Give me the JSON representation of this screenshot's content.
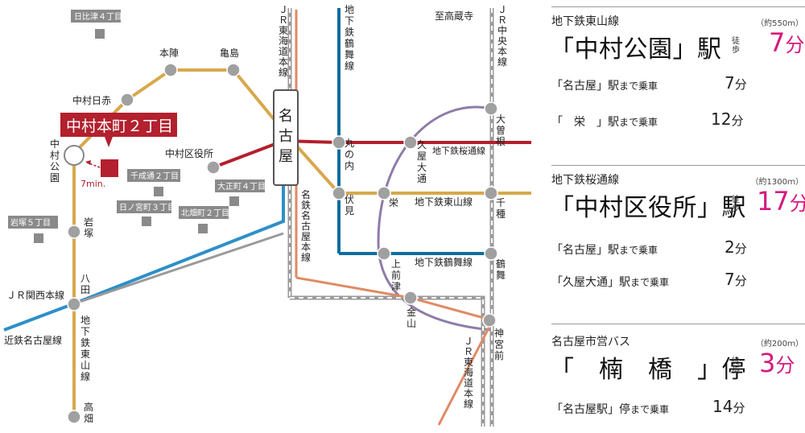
{
  "map": {
    "current_location_label": "中村本町２丁目",
    "walk_label": "7min.",
    "direction_label": "至高蔵寺",
    "area_labels": [
      "日比津４丁目",
      "千成通２丁目",
      "日ノ宮町３丁目",
      "大正町４丁目",
      "北畑町２丁目",
      "岩塚５丁目"
    ],
    "station_labels": {
      "honjin": "本陣",
      "kameshima": "亀島",
      "nakamura_nisseki": "中村日赤",
      "nakamura_kuyakusho": "中村区役所",
      "nakamura_koen": "中村公園",
      "iwatsuka": "岩塚",
      "hatta": "八田",
      "takabata": "高畑",
      "nagoya": "名古屋",
      "marunouchi": "丸の内",
      "fushimi": "伏見",
      "sakae": "栄",
      "hisaya_odori": "久屋大通",
      "ozone": "大曽根",
      "chikusa": "千種",
      "tsurumai_station": "鶴舞",
      "kamimaezu": "上前津",
      "kanayama": "金山",
      "jingumae": "神宮前"
    },
    "line_labels": {
      "jr_tokaido_top": "ＪＲ東海道本線",
      "chikatetsu_tsurumai_top": "地下鉄鶴舞線",
      "jr_chuo": "ＪＲ中央本線",
      "meitetsu_nagoya": "名鉄名古屋本線",
      "jr_kansai": "ＪＲ関西本線",
      "kintetsu_nagoya": "近鉄名古屋線",
      "chikatetsu_higashiyama_vertical": "地下鉄東山線",
      "chikatetsu_sakuradori": "地下鉄桜通線",
      "chikatetsu_higashiyama": "地下鉄東山線",
      "chikatetsu_tsurumai": "地下鉄鶴舞線",
      "jr_tokaido_bottom": "ＪＲ東海道本線"
    },
    "colors": {
      "higashiyama": "#d7a84b",
      "sakuradori": "#b3202e",
      "tsurumai": "#0f6e9c",
      "meijo": "#8e7ca8",
      "jr": "#9a9a9a",
      "meitetsu": "#e08a64",
      "kintetsu_kansai": "#2f8fc8",
      "current": "#b3202e",
      "accent": "#d6197f"
    }
  },
  "access": [
    {
      "line": "地下鉄東山線",
      "distance": "（約550m）",
      "station": "「中村公園」駅",
      "walk_label": "徒歩",
      "walk_minutes": "7",
      "minute_unit": "分",
      "rides": [
        {
          "dest": "「名古屋」駅",
          "suffix": "まで乗車",
          "minutes": "7",
          "unit": "分"
        },
        {
          "dest": "「　栄　」駅",
          "suffix": "まで乗車",
          "minutes": "12",
          "unit": "分"
        }
      ]
    },
    {
      "line": "地下鉄桜通線",
      "distance": "（約1300ｍ）",
      "station": "「中村区役所」駅",
      "walk_label": "徒歩",
      "walk_minutes": "17",
      "minute_unit": "分",
      "rides": [
        {
          "dest": "「名古屋」駅",
          "suffix": "まで乗車",
          "minutes": "2",
          "unit": "分"
        },
        {
          "dest": "「久屋大通」駅",
          "suffix": "まで乗車",
          "minutes": "7",
          "unit": "分"
        }
      ]
    },
    {
      "line": "名古屋市営バス",
      "distance": "（約200ｍ）",
      "station": "「　楠　橋　」停",
      "walk_label": "徒歩",
      "walk_minutes": "3",
      "minute_unit": "分",
      "rides": [
        {
          "dest": "「名古屋駅」停",
          "suffix": "まで乗車",
          "minutes": "14",
          "unit": "分"
        }
      ]
    }
  ]
}
